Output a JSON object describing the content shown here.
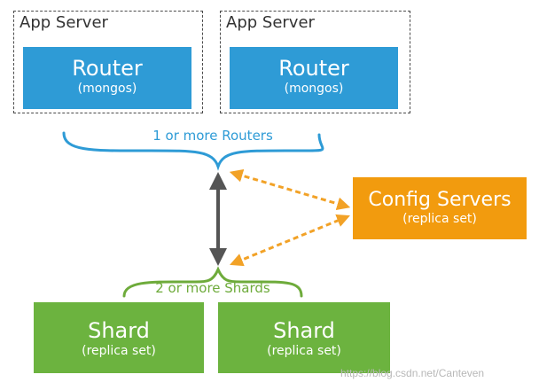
{
  "app_servers": [
    {
      "label": "App Server",
      "router": {
        "title": "Router",
        "subtitle": "(mongos)"
      }
    },
    {
      "label": "App Server",
      "router": {
        "title": "Router",
        "subtitle": "(mongos)"
      }
    }
  ],
  "routers_group_label": "1 or more Routers",
  "config_servers": {
    "title": "Config Servers",
    "subtitle": "(replica set)"
  },
  "shards_group_label": "2 or more Shards",
  "shards": [
    {
      "title": "Shard",
      "subtitle": "(replica set)"
    },
    {
      "title": "Shard",
      "subtitle": "(replica set)"
    }
  ],
  "watermark": "https://blog.csdn.net/Canteven",
  "colors": {
    "router": "#2e9bd6",
    "config": "#f29b0e",
    "shard": "#6cb33f",
    "connector": "#555555",
    "config_arrow": "#f2a227"
  }
}
